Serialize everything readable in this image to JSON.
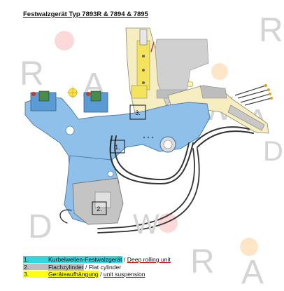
{
  "title": "Festwalzgerät Typ 7893R & 7894 & 7895",
  "watermark": [
    "R",
    "A",
    "D",
    "W",
    "A",
    "R",
    "D",
    "R",
    "A",
    "D",
    "W"
  ],
  "callouts": [
    "1.",
    "2.",
    "3."
  ],
  "legend": [
    {
      "num": "1.",
      "de": "Kurbelwellen-Festwalzgerät",
      "sep": " / ",
      "en": "Deep rolling unit",
      "color": "#33d6dd"
    },
    {
      "num": "2.",
      "de": "Flachzylinder",
      "sep": " / ",
      "en": "Flat cylinder",
      "color": "#bdbdbd"
    },
    {
      "num": "3.",
      "de": "Geräteaufhängung",
      "sep": " / ",
      "en": "unit suspension",
      "color": "#ffff1a"
    }
  ],
  "colors": {
    "deep_rolling_unit": "#8fc0ea",
    "flat_cylinder": "#c4c4c4",
    "unit_suspension": "#f6eec0",
    "housing_gray": "#cfcfcf"
  }
}
